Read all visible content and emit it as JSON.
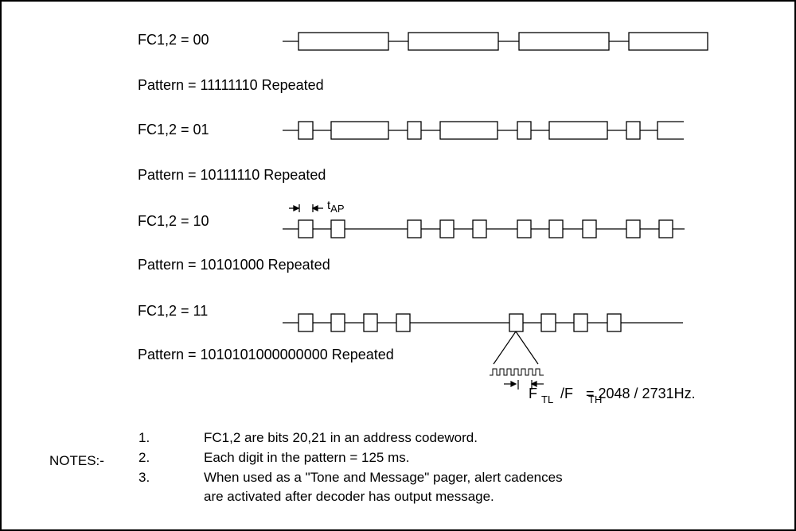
{
  "diagram": {
    "rows": [
      {
        "label": "FC1,2 = 00",
        "pattern": "Pattern = 11111110  Repeated"
      },
      {
        "label": "FC1,2 = 01",
        "pattern": "Pattern = 10111110  Repeated"
      },
      {
        "label": "FC1,2 = 10",
        "pattern": "Pattern = 10101000  Repeated"
      },
      {
        "label": "FC1,2 = 11",
        "pattern": "Pattern = 1010101000000000  Repeated"
      }
    ],
    "tap_label": "t",
    "tap_sub": "AP",
    "freq_text": "F",
    "freq_sub1": "TL",
    "freq_slash": "/F",
    "freq_sub2": "TH",
    "freq_value": "= 2048 / 2731Hz."
  },
  "notes": {
    "heading": "NOTES:-",
    "items": [
      {
        "num": "1.",
        "text": "FC1,2 are bits 20,21 in an address codeword."
      },
      {
        "num": "2.",
        "text": "Each digit in the pattern = 125 ms."
      },
      {
        "num": "3.",
        "text": "When used as a \"Tone and Message\" pager, alert cadences"
      },
      {
        "num": "",
        "text": "are activated after decoder has output message."
      }
    ]
  }
}
